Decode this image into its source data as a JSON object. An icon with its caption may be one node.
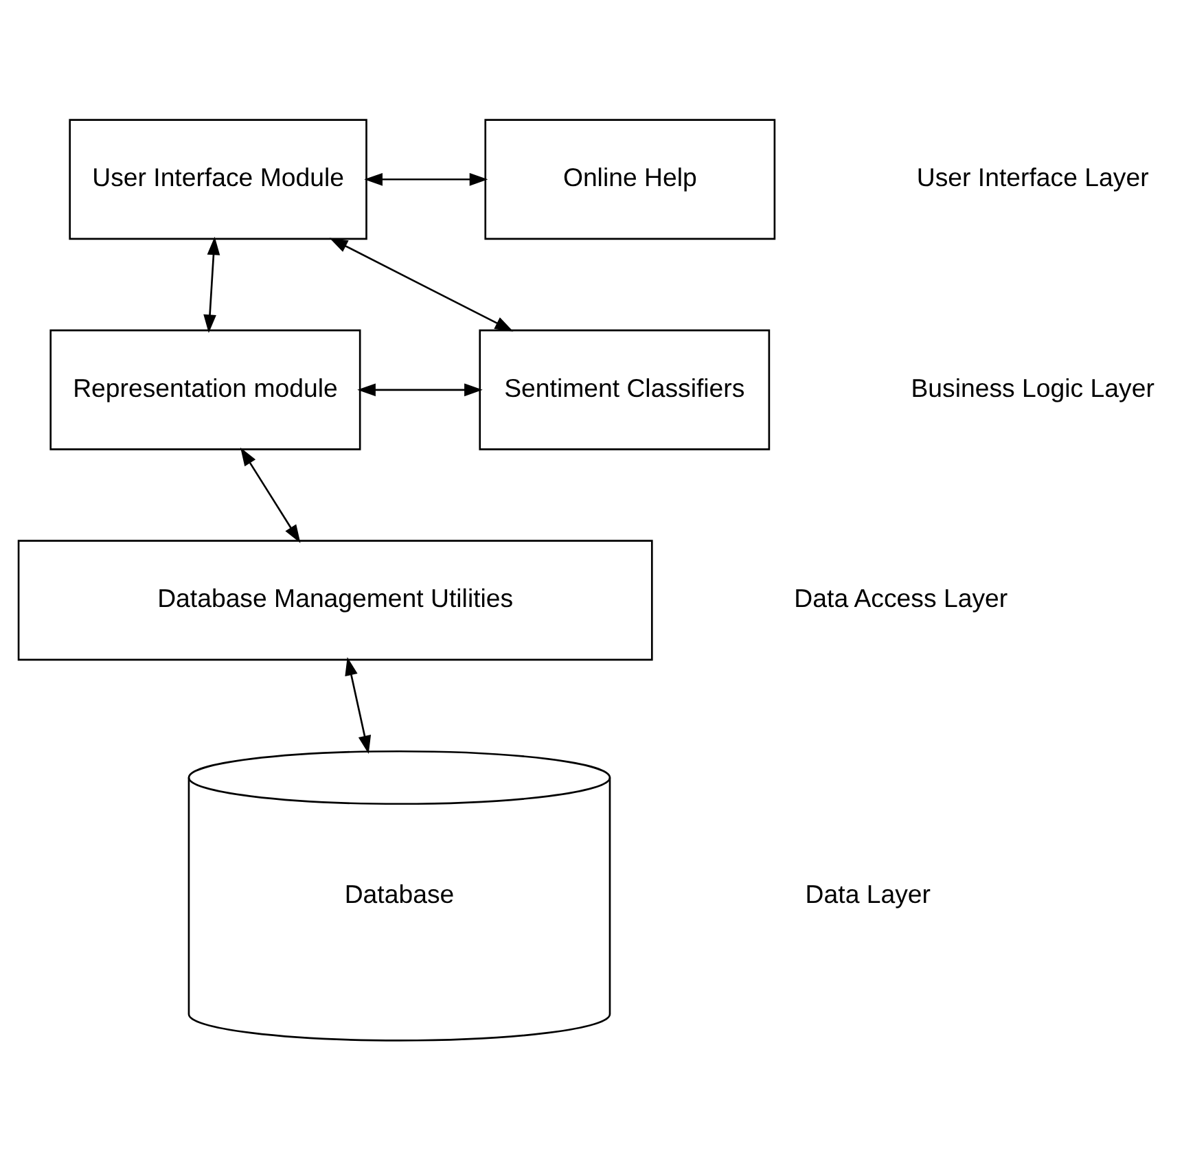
{
  "diagram": {
    "nodes": [
      {
        "text": [
          "User Interface Module"
        ]
      },
      {
        "text": [
          "Online Help"
        ]
      },
      {
        "text": [
          "Representation module"
        ]
      },
      {
        "text": [
          "Sentiment Classifiers"
        ]
      },
      {
        "text": [
          "Database Management Utilities"
        ]
      },
      {
        "text": [
          "Database"
        ]
      }
    ],
    "edges": [
      {
        "from": 0,
        "to": 1,
        "arrow": "both"
      },
      {
        "from": 0,
        "to": 2,
        "arrow": "both"
      },
      {
        "from": 0,
        "to": 3,
        "arrow": "both"
      },
      {
        "from": 2,
        "to": 3,
        "arrow": "both"
      },
      {
        "from": 2,
        "to": 4,
        "arrow": "both"
      },
      {
        "from": 4,
        "to": 5,
        "arrow": "both"
      }
    ],
    "labels": [
      "User Interface Layer",
      "Business Logic Layer",
      "Data Access Layer",
      "Data Layer"
    ]
  }
}
